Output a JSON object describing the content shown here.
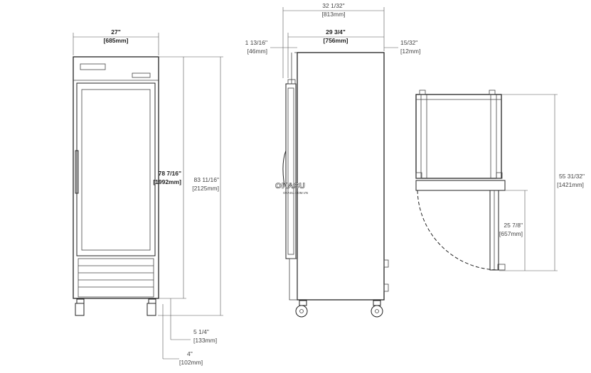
{
  "colors": {
    "line": "#222222",
    "dimension": "#555555",
    "background": "#ffffff"
  },
  "front": {
    "width_in": "27\"",
    "width_mm": "[685mm]",
    "height_in": "78 7/16\"",
    "height_mm": "[1992mm]",
    "overall_in": "83 11/16\"",
    "overall_mm": "[2125mm]",
    "leg_in": "5 1/4\"",
    "leg_mm": "[133mm]",
    "caster_in": "4\"",
    "caster_mm": "[102mm]"
  },
  "side": {
    "depth_in": "32 1/32\"",
    "depth_mm": "[813mm]",
    "cabinet_in": "29 3/4\"",
    "cabinet_mm": "[756mm]",
    "door_in": "1 13/16\"",
    "door_mm": "[46mm]",
    "rear_in": "15/32\"",
    "rear_mm": "[12mm]"
  },
  "top": {
    "swing_in": "55 31/32\"",
    "swing_mm": "[1421mm]",
    "door_width_in": "25 7/8\"",
    "door_width_mm": "[657mm]"
  },
  "watermark": {
    "brand": "OKASU",
    "tagline": "OKASU.COM.VN"
  }
}
